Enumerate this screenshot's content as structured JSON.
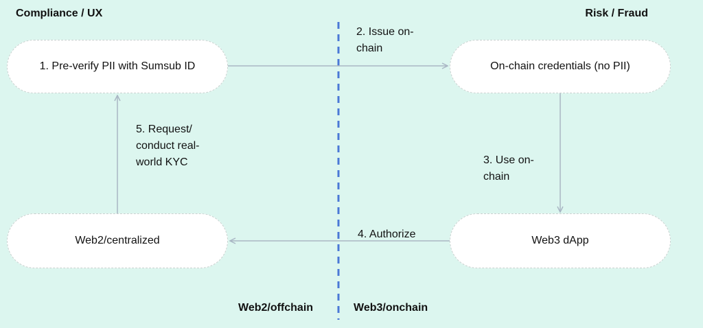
{
  "headings": {
    "top_left": "Compliance / UX",
    "top_right": "Risk / Fraud",
    "bottom_left": "Web2/offchain",
    "bottom_right": "Web3/onchain"
  },
  "nodes": {
    "pre_verify": "1. Pre-verify PII with Sumsub ID",
    "onchain_credentials": "On-chain credentials (no PII)",
    "web3_dapp": "Web3 dApp",
    "web2_centralized": "Web2/centralized"
  },
  "edges": {
    "issue_onchain": "2. Issue on-chain",
    "use_onchain": "3. Use on-chain",
    "authorize": "4. Authorize",
    "request_kyc": "5. Request/ conduct real-world KYC"
  },
  "colors": {
    "background": "#dcf6ef",
    "node_fill": "#ffffff",
    "node_border": "#c9d1cf",
    "arrow": "#a9b6c4",
    "divider": "#4a78d6"
  }
}
